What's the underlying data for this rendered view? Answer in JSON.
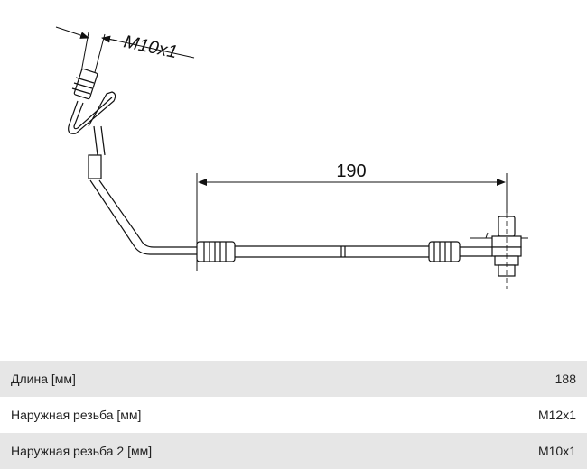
{
  "drawing": {
    "thread_label": "M10x1",
    "length_label": "190"
  },
  "specs": [
    {
      "label": "Длина [мм]",
      "value": "188"
    },
    {
      "label": "Наружная резьба [мм]",
      "value": "M12x1"
    },
    {
      "label": "Наружная резьба 2 [мм]",
      "value": "M10x1"
    }
  ]
}
